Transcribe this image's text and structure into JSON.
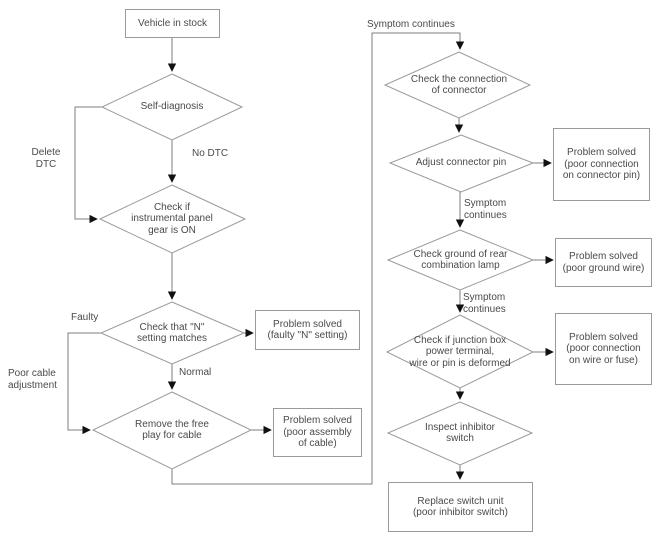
{
  "title": "Inhibitor switch diagnostic flowchart",
  "colors": {
    "background": "#ffffff",
    "shape_border": "#9a9a9a",
    "connector_line": "#777777",
    "arrowhead": "#111111",
    "text": "#4a4a4a"
  },
  "flowchart": {
    "nodes": {
      "vehicle_in_stock": {
        "label": "Vehicle in stock",
        "shape": "rect"
      },
      "self_diagnosis": {
        "label": "Self-diagnosis",
        "shape": "diamond"
      },
      "check_panel_gear": {
        "label": "Check if\ninstrumental panel\ngear is ON",
        "shape": "diamond"
      },
      "check_n_setting": {
        "label": "Check that \"N\"\nsetting matches",
        "shape": "diamond"
      },
      "remove_free_play": {
        "label": "Remove the free\nplay for cable",
        "shape": "diamond"
      },
      "solved_faulty_n": {
        "label": "Problem solved\n(faulty \"N\" setting)",
        "shape": "rect"
      },
      "solved_poor_assembly": {
        "label": "Problem solved\n(poor assembly\nof cable)",
        "shape": "rect"
      },
      "check_connector": {
        "label": "Check the connection\nof connector",
        "shape": "diamond"
      },
      "adjust_connector_pin": {
        "label": "Adjust connector pin",
        "shape": "diamond"
      },
      "solved_connector_pin": {
        "label": "Problem solved\n(poor connection\non connector pin)",
        "shape": "rect"
      },
      "check_ground": {
        "label": "Check ground of rear\ncombination lamp",
        "shape": "diamond"
      },
      "solved_ground_wire": {
        "label": "Problem solved\n(poor ground wire)",
        "shape": "rect"
      },
      "check_junction_box": {
        "label": "Check if junction box\npower terminal,\nwire or pin is deformed",
        "shape": "diamond"
      },
      "solved_wire_fuse": {
        "label": "Problem solved\n(poor connection\non wire or fuse)",
        "shape": "rect"
      },
      "inspect_inhibitor": {
        "label": "Inspect inhibitor\nswitch",
        "shape": "diamond"
      },
      "replace_switch": {
        "label": "Replace switch unit\n(poor inhibitor switch)",
        "shape": "rect"
      }
    },
    "edge_labels": {
      "delete_dtc": "Delete\nDTC",
      "no_dtc": "No DTC",
      "faulty": "Faulty",
      "poor_cable_adjustment": "Poor cable\nadjustment",
      "normal": "Normal",
      "symptom_continues_top": "Symptom continues",
      "symptom_continues_1": "Symptom\ncontinues",
      "symptom_continues_2": "Symptom\ncontinues"
    }
  }
}
